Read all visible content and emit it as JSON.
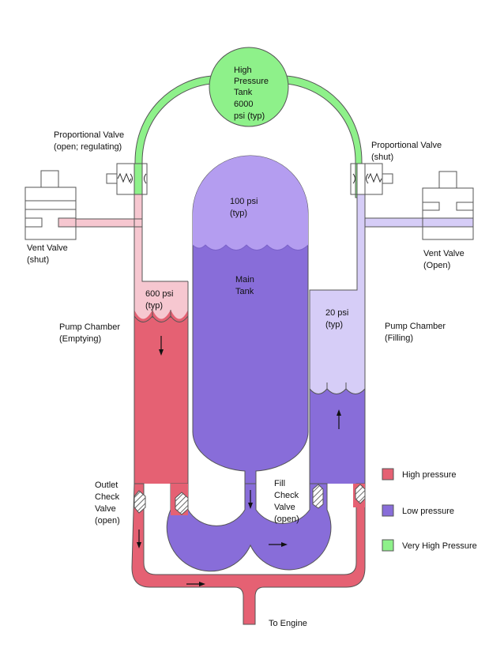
{
  "colors": {
    "high_pressure": "#e56173",
    "high_pressure_gas": "#f6c7d0",
    "low_pressure": "#886dd9",
    "low_pressure_gas": "#b49df0",
    "low_pressure_gas_light": "#d6cdf7",
    "very_high_pressure": "#8ef18a",
    "outline": "#555555"
  },
  "high_pressure_tank": {
    "lines": [
      "High",
      "Pressure",
      "Tank",
      "6000",
      "psi (typ)"
    ]
  },
  "left_proportional_valve": {
    "lines": [
      "Proportional Valve",
      "(open; regulating)"
    ]
  },
  "right_proportional_valve": {
    "lines": [
      "Proportional Valve",
      "(shut)"
    ]
  },
  "left_vent_valve": {
    "lines": [
      "Vent Valve",
      "(shut)"
    ]
  },
  "right_vent_valve": {
    "lines": [
      "Vent Valve",
      "(Open)"
    ]
  },
  "main_tank": {
    "gas_lines": [
      "100 psi",
      "(typ)"
    ],
    "label_lines": [
      "Main",
      "Tank"
    ]
  },
  "left_chamber": {
    "gas_lines": [
      "600 psi",
      "(typ)"
    ],
    "label_lines": [
      "Pump Chamber",
      "(Emptying)"
    ]
  },
  "right_chamber": {
    "gas_lines": [
      "20 psi",
      "(typ)"
    ],
    "label_lines": [
      "Pump Chamber",
      "(Filling)"
    ]
  },
  "outlet_check_valve": {
    "lines": [
      "Outlet",
      "Check",
      "Valve",
      "(open)"
    ]
  },
  "fill_check_valve": {
    "lines": [
      "Fill",
      "Check",
      "Valve",
      "(open)"
    ]
  },
  "engine_outlet": {
    "label": "To Engine"
  },
  "legend": [
    {
      "label": "High pressure",
      "color": "#e56173"
    },
    {
      "label": "Low pressure",
      "color": "#886dd9"
    },
    {
      "label": "Very High Pressure",
      "color": "#8ef18a"
    }
  ]
}
